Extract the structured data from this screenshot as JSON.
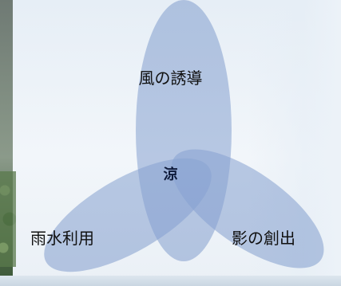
{
  "diagram": {
    "center_label": "涼",
    "petals": [
      {
        "id": "top",
        "label": "風の誘導"
      },
      {
        "id": "left",
        "label": "雨水利用"
      },
      {
        "id": "right",
        "label": "影の創出"
      }
    ]
  },
  "colors": {
    "petal_fill": "#8ea7d6",
    "petal_overlap": "#5f79b4",
    "center_overlap": "#4d68a6"
  }
}
